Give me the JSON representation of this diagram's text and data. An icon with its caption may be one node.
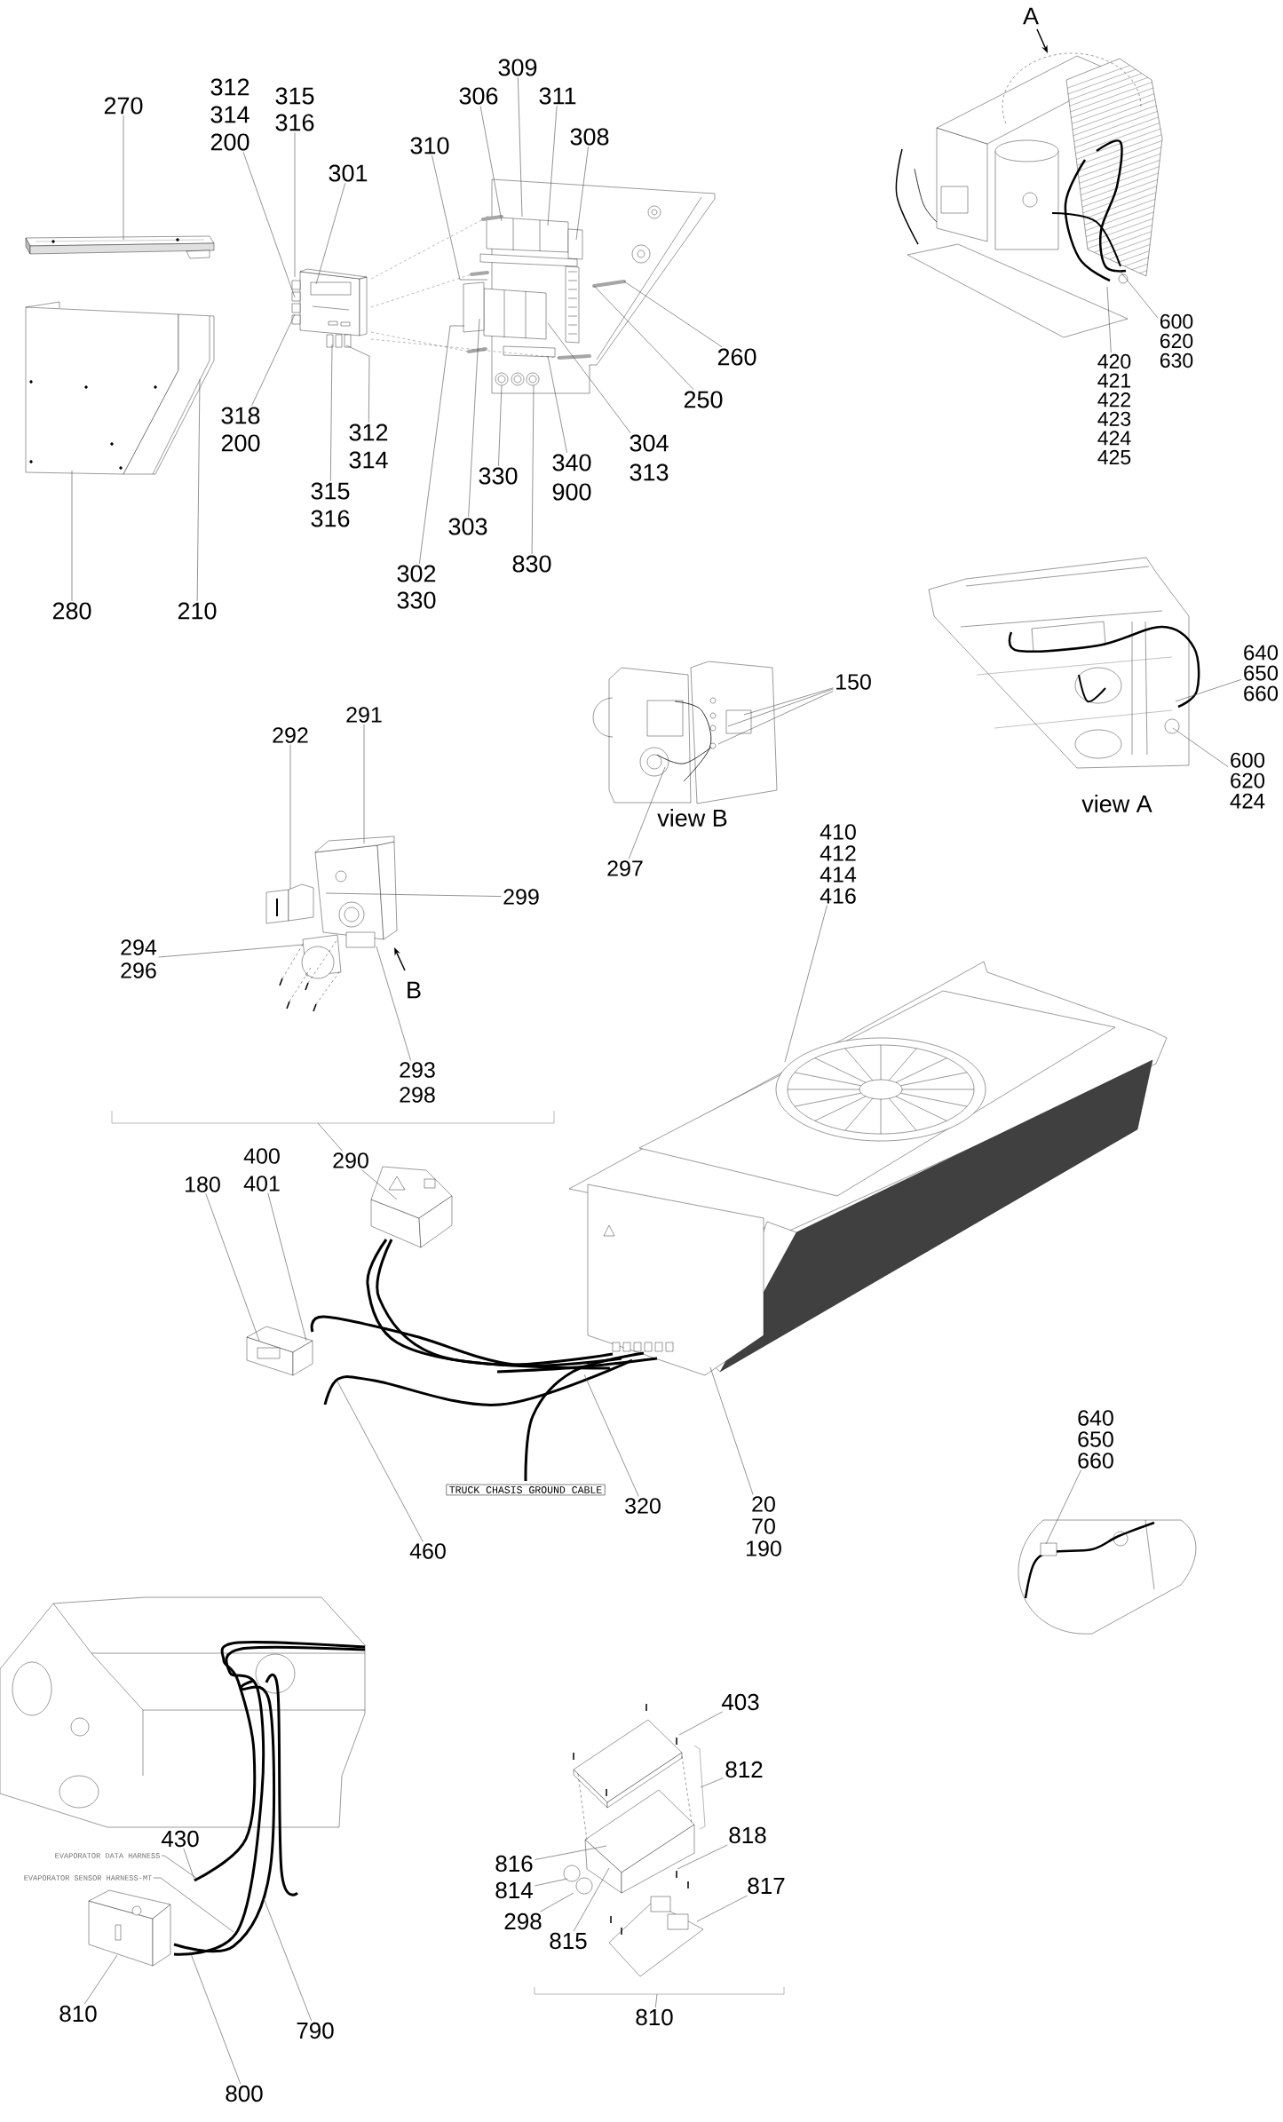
{
  "diagram": {
    "nodes": [
      {
        "text": [
          "309"
        ]
      },
      {
        "text": [
          "270"
        ]
      },
      {
        "text": [
          "315",
          "316"
        ]
      },
      {
        "text": [
          "306"
        ]
      },
      {
        "text": [
          "311"
        ]
      },
      {
        "text": [
          "312",
          "314",
          "200"
        ]
      },
      {
        "text": [
          "308"
        ]
      },
      {
        "text": [
          "310"
        ]
      },
      {
        "text": [
          "301"
        ]
      },
      {
        "text": [
          "260"
        ]
      },
      {
        "text": [
          "250"
        ]
      },
      {
        "text": [
          "318",
          "200"
        ]
      },
      {
        "text": [
          "312",
          "314"
        ]
      },
      {
        "text": [
          "304",
          "313"
        ]
      },
      {
        "text": [
          "340",
          "900"
        ]
      },
      {
        "text": [
          "330"
        ]
      },
      {
        "text": [
          "315",
          "316"
        ]
      },
      {
        "text": [
          "303"
        ]
      },
      {
        "text": [
          "830"
        ]
      },
      {
        "text": [
          "302",
          "330"
        ]
      },
      {
        "text": [
          "280"
        ]
      },
      {
        "text": [
          "210"
        ]
      },
      {
        "text": [
          "600",
          "620",
          "630"
        ]
      },
      {
        "text": [
          "420",
          "421",
          "422",
          "423",
          "424",
          "425"
        ]
      },
      {
        "text": [
          "640",
          "650",
          "660"
        ]
      },
      {
        "text": [
          "600",
          "620",
          "424"
        ]
      },
      {
        "text": [
          "150"
        ]
      },
      {
        "text": [
          "291"
        ]
      },
      {
        "text": [
          "292"
        ]
      },
      {
        "text": [
          "297"
        ]
      },
      {
        "text": [
          "410",
          "412",
          "414",
          "416"
        ]
      },
      {
        "text": [
          "299"
        ]
      },
      {
        "text": [
          "294",
          "296"
        ]
      },
      {
        "text": [
          "293",
          "298"
        ]
      },
      {
        "text": [
          "290"
        ]
      },
      {
        "text": [
          "400",
          "401"
        ]
      },
      {
        "text": [
          "180"
        ]
      },
      {
        "text": [
          "640",
          "650",
          "660"
        ]
      },
      {
        "text": [
          "320"
        ]
      },
      {
        "text": [
          "20",
          "70",
          "190"
        ]
      },
      {
        "text": [
          "460"
        ]
      },
      {
        "text": [
          "403"
        ]
      },
      {
        "text": [
          "812"
        ]
      },
      {
        "text": [
          "816"
        ]
      },
      {
        "text": [
          "818"
        ]
      },
      {
        "text": [
          "430"
        ]
      },
      {
        "text": [
          "EVAPORATOR DATA HARNESS"
        ]
      },
      {
        "text": [
          "EVAPORATOR SENSOR HARNESS-MT"
        ]
      },
      {
        "text": [
          "814"
        ]
      },
      {
        "text": [
          "817"
        ]
      },
      {
        "text": [
          "298"
        ]
      },
      {
        "text": [
          "815"
        ]
      },
      {
        "text": [
          "810"
        ]
      },
      {
        "text": [
          "790"
        ]
      },
      {
        "text": [
          "800"
        ]
      },
      {
        "text": [],
        "shape": "picture"
      },
      {
        "text": [],
        "shape": "picture"
      },
      {
        "text": [],
        "shape": "picture"
      },
      {
        "text": [],
        "shape": "picture"
      },
      {
        "text": [],
        "shape": "picture"
      },
      {
        "text": [],
        "shape": "picture"
      },
      {
        "text": [],
        "shape": "picture"
      },
      {
        "text": [],
        "shape": "picture"
      },
      {
        "text": [],
        "shape": "picture"
      },
      {
        "text": [],
        "shape": "picture"
      },
      {
        "text": [],
        "shape": "picture"
      },
      {
        "text": [],
        "shape": "picture",
        "beside": [
          "TRUCK CHASIS GROUND CABLE"
        ]
      },
      {
        "text": [],
        "shape": "picture"
      },
      {
        "text": [],
        "shape": "picture"
      },
      {
        "text": [],
        "shape": "picture"
      },
      {
        "text": [],
        "shape": "picture"
      },
      {
        "text": [
          "810"
        ]
      }
    ],
    "edges": [
      {
        "from": 0,
        "to": 58,
        "arrow": "none"
      },
      {
        "from": 1,
        "to": 55,
        "arrow": "none"
      },
      {
        "from": 2,
        "to": 57,
        "arrow": "none"
      },
      {
        "from": 3,
        "to": 58,
        "arrow": "none"
      },
      {
        "from": 4,
        "to": 58,
        "arrow": "none"
      },
      {
        "from": 5,
        "to": 57,
        "arrow": "none"
      },
      {
        "from": 6,
        "to": 58,
        "arrow": "none"
      },
      {
        "from": 7,
        "to": 58,
        "arrow": "none"
      },
      {
        "from": 8,
        "to": 57,
        "arrow": "none"
      },
      {
        "from": 9,
        "to": 58,
        "arrow": "none"
      },
      {
        "from": 10,
        "to": 58,
        "arrow": "none"
      },
      {
        "from": 11,
        "to": 57,
        "arrow": "none"
      },
      {
        "from": 12,
        "to": 57,
        "arrow": "none"
      },
      {
        "from": 13,
        "to": 58,
        "arrow": "none"
      },
      {
        "from": 14,
        "to": 58,
        "arrow": "none"
      },
      {
        "from": 15,
        "to": 58,
        "arrow": "none"
      },
      {
        "from": 16,
        "to": 57,
        "arrow": "none"
      },
      {
        "from": 17,
        "to": 58,
        "arrow": "none"
      },
      {
        "from": 18,
        "to": 58,
        "arrow": "none"
      },
      {
        "from": 19,
        "to": 58,
        "arrow": "none"
      },
      {
        "from": 20,
        "to": 56,
        "arrow": "none"
      },
      {
        "from": 21,
        "to": 56,
        "arrow": "none"
      },
      {
        "from": 22,
        "to": 59,
        "arrow": "none"
      },
      {
        "from": 23,
        "to": 59,
        "arrow": "none"
      },
      {
        "from": 24,
        "to": 60,
        "arrow": "none"
      },
      {
        "from": 25,
        "to": 60,
        "arrow": "none"
      },
      {
        "from": 26,
        "to": 61,
        "arrow": "none"
      },
      {
        "from": 26,
        "to": 61,
        "arrow": "none"
      },
      {
        "from": 26,
        "to": 61,
        "arrow": "none"
      },
      {
        "from": 27,
        "to": 62,
        "arrow": "none"
      },
      {
        "from": 28,
        "to": 62,
        "arrow": "none"
      },
      {
        "from": 29,
        "to": 61,
        "arrow": "none"
      },
      {
        "from": 30,
        "to": 65,
        "arrow": "none"
      },
      {
        "from": 31,
        "to": 62,
        "arrow": "none"
      },
      {
        "from": 32,
        "to": 62,
        "arrow": "none"
      },
      {
        "from": 33,
        "to": 62,
        "arrow": "none"
      },
      {
        "from": 34,
        "to": 63,
        "arrow": "none"
      },
      {
        "from": 35,
        "to": 64,
        "arrow": "none"
      },
      {
        "from": 36,
        "to": 64,
        "arrow": "none"
      },
      {
        "from": 37,
        "to": 67,
        "arrow": "none"
      },
      {
        "from": 38,
        "to": 66,
        "arrow": "none"
      },
      {
        "from": 39,
        "to": 65,
        "arrow": "none"
      },
      {
        "from": 40,
        "to": 66,
        "arrow": "none"
      },
      {
        "from": 41,
        "to": 70,
        "arrow": "none"
      },
      {
        "from": 42,
        "to": 70,
        "arrow": "none"
      },
      {
        "from": 43,
        "to": 70,
        "arrow": "none"
      },
      {
        "from": 44,
        "to": 70,
        "arrow": "none"
      },
      {
        "from": 45,
        "to": 68,
        "arrow": "none"
      },
      {
        "from": 46,
        "to": 68,
        "arrow": "none"
      },
      {
        "from": 47,
        "to": 68,
        "arrow": "none"
      },
      {
        "from": 48,
        "to": 70,
        "arrow": "none"
      },
      {
        "from": 49,
        "to": 70,
        "arrow": "none"
      },
      {
        "from": 50,
        "to": 70,
        "arrow": "none"
      },
      {
        "from": 51,
        "to": 70,
        "arrow": "none"
      },
      {
        "from": 52,
        "to": 69,
        "arrow": "none"
      },
      {
        "from": 53,
        "to": 68,
        "arrow": "none"
      },
      {
        "from": 54,
        "to": 68,
        "arrow": "none"
      },
      {
        "from": 34,
        "to": null,
        "arrow": "none"
      },
      {
        "from": 71,
        "to": null,
        "arrow": "none"
      }
    ],
    "labels": [
      "A",
      "view A",
      "view B",
      "B"
    ]
  }
}
